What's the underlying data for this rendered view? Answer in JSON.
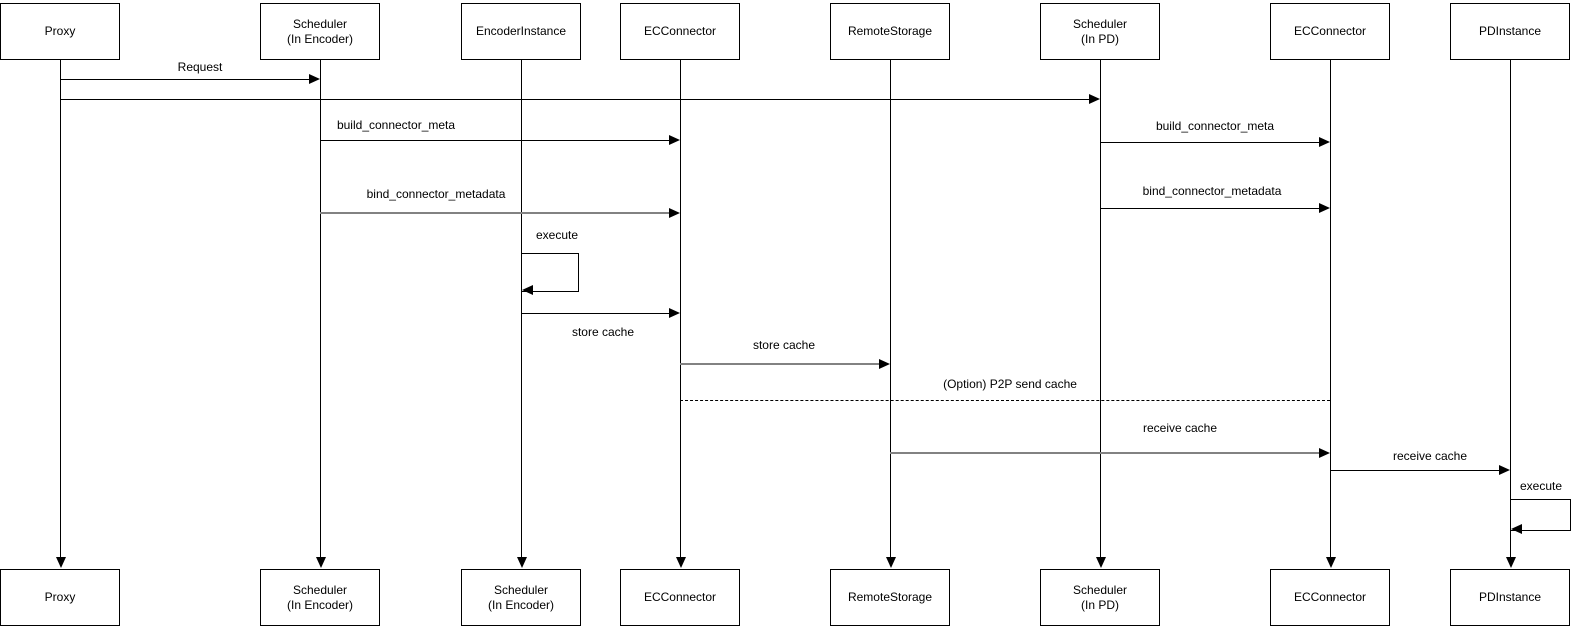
{
  "diagram": {
    "type": "sequence-diagram",
    "background_color": "#ffffff",
    "line_color": "#000000",
    "secondary_line_color": "#828282",
    "participants": [
      {
        "top_label": "Proxy",
        "bottom_label": "Proxy"
      },
      {
        "top_label": "Scheduler\n(In Encoder)",
        "bottom_label": "Scheduler\n(In Encoder)"
      },
      {
        "top_label": "EncoderInstance",
        "bottom_label": "Scheduler\n(In Encoder)"
      },
      {
        "top_label": "ECConnector",
        "bottom_label": "ECConnector"
      },
      {
        "top_label": "RemoteStorage",
        "bottom_label": "RemoteStorage"
      },
      {
        "top_label": "Scheduler\n(In PD)",
        "bottom_label": "Scheduler\n(In PD)"
      },
      {
        "top_label": "ECConnector",
        "bottom_label": "ECConnector"
      },
      {
        "top_label": "PDInstance",
        "bottom_label": "PDInstance"
      }
    ],
    "messages": [
      {
        "label": "Request",
        "from": 0,
        "to": 1,
        "style": "solid",
        "color": "#000000",
        "arrowhead": true,
        "label_position": "above"
      },
      {
        "label": "",
        "from": 0,
        "to": 5,
        "style": "solid",
        "color": "#000000",
        "arrowhead": true,
        "label_position": "above"
      },
      {
        "label": "build_connector_meta",
        "from": 1,
        "to": 3,
        "style": "solid",
        "color": "#000000",
        "arrowhead": true,
        "label_position": "above"
      },
      {
        "label": "build_connector_meta",
        "from": 5,
        "to": 6,
        "style": "solid",
        "color": "#000000",
        "arrowhead": true,
        "label_position": "above"
      },
      {
        "label": "bind_connector_metadata",
        "from": 1,
        "to": 3,
        "style": "solid",
        "color": "#828282",
        "arrowhead": true,
        "label_position": "above"
      },
      {
        "label": "bind_connector_metadata",
        "from": 5,
        "to": 6,
        "style": "solid",
        "color": "#000000",
        "arrowhead": true,
        "label_position": "above"
      },
      {
        "label": "execute",
        "self": 2,
        "style": "solid",
        "color": "#000000",
        "arrowhead": true,
        "label_position": "above"
      },
      {
        "label": "store cache",
        "from": 2,
        "to": 3,
        "style": "solid",
        "color": "#000000",
        "arrowhead": true,
        "label_position": "below"
      },
      {
        "label": "store cache",
        "from": 3,
        "to": 4,
        "style": "solid",
        "color": "#828282",
        "arrowhead": true,
        "label_position": "above"
      },
      {
        "label": "(Option) P2P send cache",
        "from": 3,
        "to": 6,
        "style": "dashed",
        "color": "#000000",
        "arrowhead": false,
        "label_position": "above"
      },
      {
        "label": "receive cache",
        "from": 4,
        "to": 6,
        "style": "solid",
        "color": "#828282",
        "arrowhead": true,
        "label_position": "above"
      },
      {
        "label": "receive cache",
        "from": 6,
        "to": 7,
        "style": "solid",
        "color": "#000000",
        "arrowhead": true,
        "label_position": "above"
      },
      {
        "label": "execute",
        "self": 7,
        "style": "solid",
        "color": "#000000",
        "arrowhead": true,
        "label_position": "above"
      }
    ]
  }
}
